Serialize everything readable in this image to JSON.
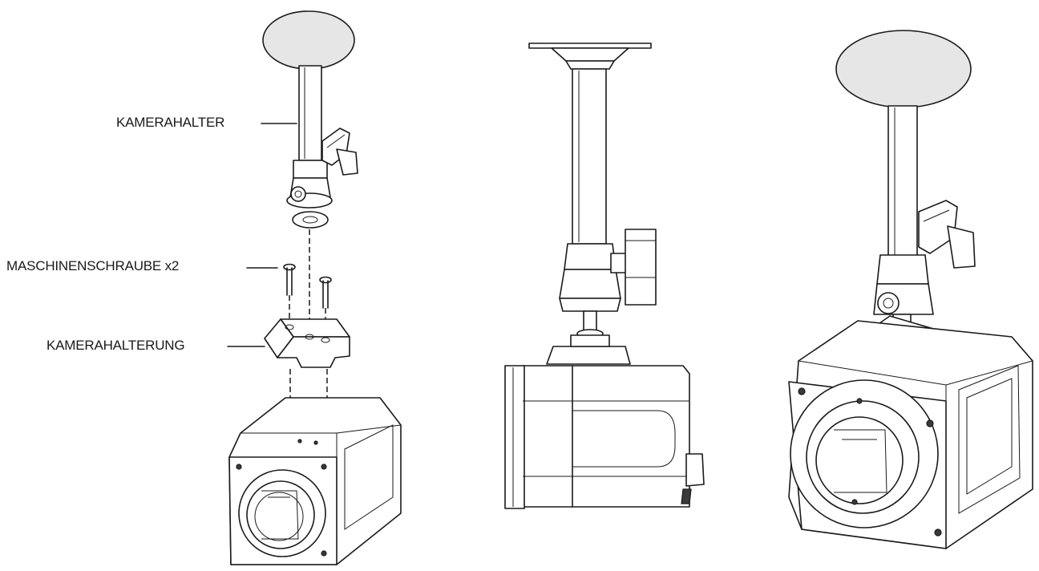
{
  "labels": {
    "camera_holder": "KAMERAHALTER",
    "machine_screw": "MASCHINENSCHRAUBE x2",
    "camera_mount": "KAMERAHALTERUNG"
  },
  "colors": {
    "line": "#1a1a1a",
    "plate_fill": "#e6e6e6",
    "background": "#ffffff"
  }
}
